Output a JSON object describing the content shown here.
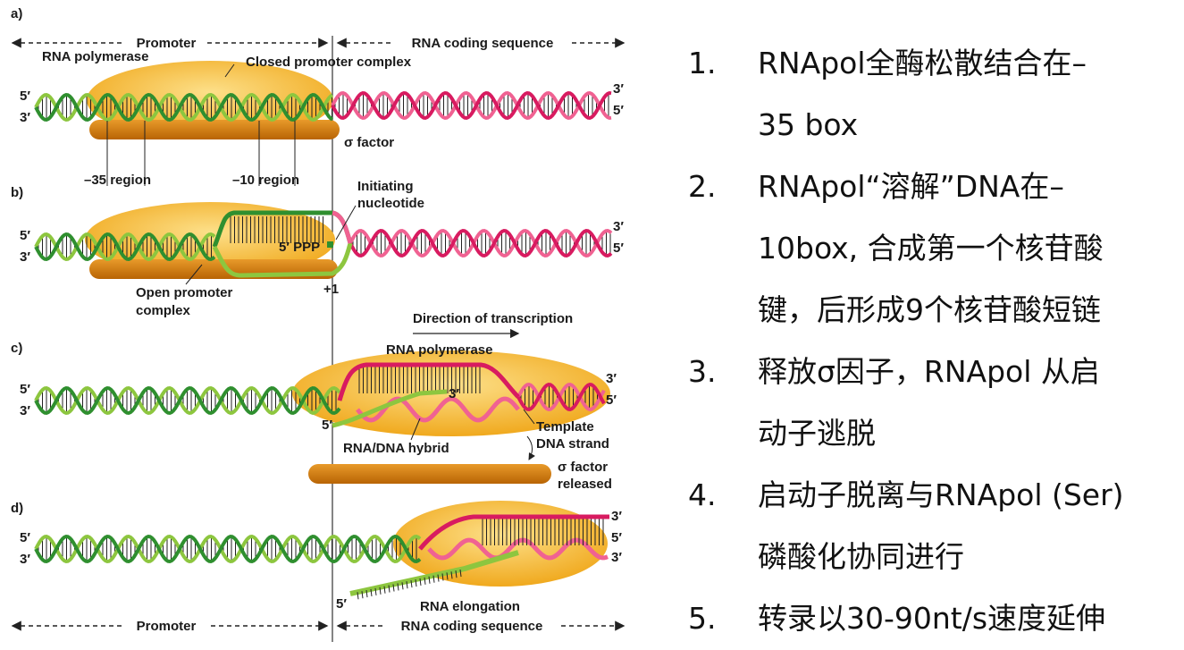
{
  "figure": {
    "panel_labels": [
      "a)",
      "b)",
      "c)",
      "d)"
    ],
    "top_bar": {
      "left": "Promoter",
      "right": "RNA coding sequence"
    },
    "bottom_bar": {
      "left": "Promoter",
      "right": "RNA coding sequence"
    },
    "a": {
      "rna_polymerase": "RNA polymerase",
      "closed_complex": "Closed promoter complex",
      "sigma_factor": "σ factor",
      "minus35": "–35 region",
      "minus10": "–10 region",
      "end_5": "5′",
      "end_3": "3′",
      "end_3r": "3′",
      "end_5r": "5′"
    },
    "b": {
      "initiating_1": "Initiating",
      "initiating_2": "nucleotide",
      "ppp": "5′ PPP",
      "open_1": "Open promoter",
      "open_2": "complex",
      "plus1": "+1",
      "end_5": "5′",
      "end_3": "3′",
      "end_3r": "3′",
      "end_5r": "5′"
    },
    "c": {
      "direction": "Direction of transcription",
      "rna_polymerase": "RNA polymerase",
      "three_prime": "3′",
      "five_prime": "5′",
      "hybrid": "RNA/DNA hybrid",
      "template_1": "Template",
      "template_2": "DNA strand",
      "sigma_1": "σ factor",
      "sigma_2": "released",
      "end_5": "5′",
      "end_3": "3′",
      "end_3r": "3′",
      "end_5r": "5′"
    },
    "d": {
      "elongation": "RNA elongation",
      "rna_5": "5′",
      "end_5": "5′",
      "end_3": "3′",
      "end_3r_top": "3′",
      "end_5r": "5′",
      "end_3r": "3′"
    },
    "colors": {
      "dna_green": "#2f8f2f",
      "dna_light_green": "#8dc63f",
      "dna_pink": "#d81b60",
      "dna_light_pink": "#f06292",
      "polymerase": "#f3b82c",
      "sigma": "#d17a06"
    }
  },
  "steps": [
    {
      "num": "1.",
      "lines": [
        "RNApol全酶松散结合在–",
        "35 box"
      ]
    },
    {
      "num": "2.",
      "lines": [
        "RNApol“溶解”DNA在–",
        "10box, 合成第一个核苷酸",
        "键，后形成9个核苷酸短链"
      ]
    },
    {
      "num": "3.",
      "lines": [
        "释放σ因子，RNApol 从启",
        "动子逃脱"
      ]
    },
    {
      "num": "4.",
      "lines": [
        "启动子脱离与RNApol (Ser)",
        "磷酸化协同进行"
      ]
    },
    {
      "num": "5.",
      "lines": [
        "转录以30-90nt/s速度延伸"
      ]
    }
  ]
}
